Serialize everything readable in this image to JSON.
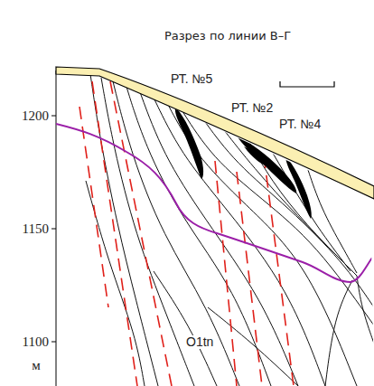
{
  "diagram": {
    "title": "Разрез по линии В–Г",
    "labels": [
      "РТ. №5",
      "РТ. №2",
      "РТ. №4",
      "1200",
      "1150",
      "1100",
      "м",
      "O1tn"
    ]
  }
}
